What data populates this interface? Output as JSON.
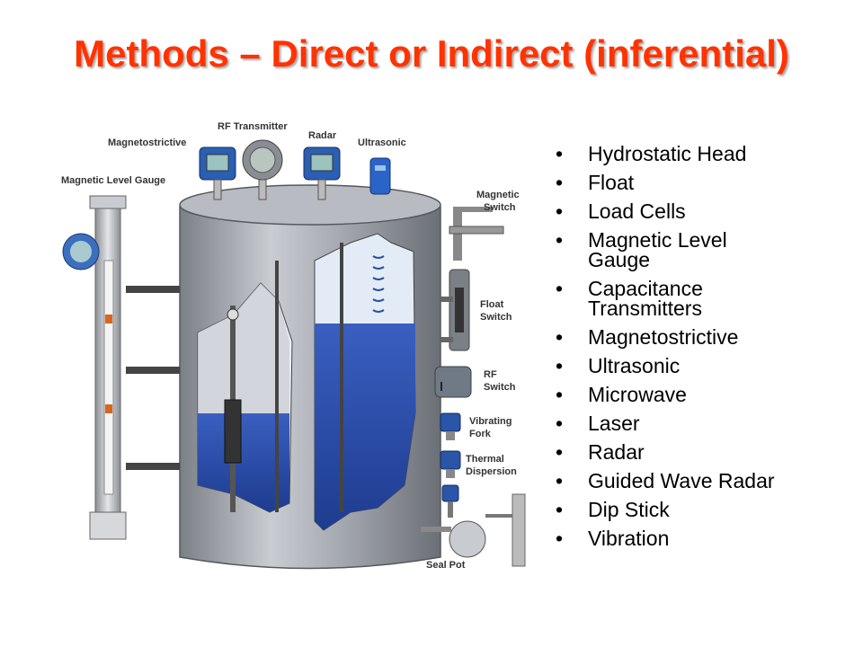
{
  "slide": {
    "title": "Methods – Direct or Indirect (inferential)",
    "accent_color": "#ff3300"
  },
  "diagram": {
    "labels": {
      "rf_transmitter": "RF Transmitter",
      "radar": "Radar",
      "magnetostrictive": "Magnetostrictive",
      "ultrasonic": "Ultrasonic",
      "magnetic_level_gauge": "Magnetic Level Gauge",
      "magnetic_switch_1": "Magnetic",
      "magnetic_switch_2": "Switch",
      "float_switch_1": "Float",
      "float_switch_2": "Switch",
      "rf_switch_1": "RF",
      "rf_switch_2": "Switch",
      "vibrating_fork_1": "Vibrating",
      "vibrating_fork_2": "Fork",
      "thermal_dispersion_1": "Thermal",
      "thermal_dispersion_2": "Dispersion",
      "seal_pot": "Seal Pot"
    }
  },
  "methods": [
    {
      "line1": "Hydrostatic Head"
    },
    {
      "line1": "Float"
    },
    {
      "line1": "Load Cells"
    },
    {
      "line1": "Magnetic Level",
      "line2": "Gauge"
    },
    {
      "line1": "Capacitance",
      "line2": "Transmitters"
    },
    {
      "line1": "Magnetostrictive"
    },
    {
      "line1": "Ultrasonic"
    },
    {
      "line1": "Microwave"
    },
    {
      "line1": "Laser"
    },
    {
      "line1": "Radar"
    },
    {
      "line1": "Guided Wave Radar"
    },
    {
      "line1": "Dip Stick"
    },
    {
      "line1": "Vibration"
    }
  ]
}
